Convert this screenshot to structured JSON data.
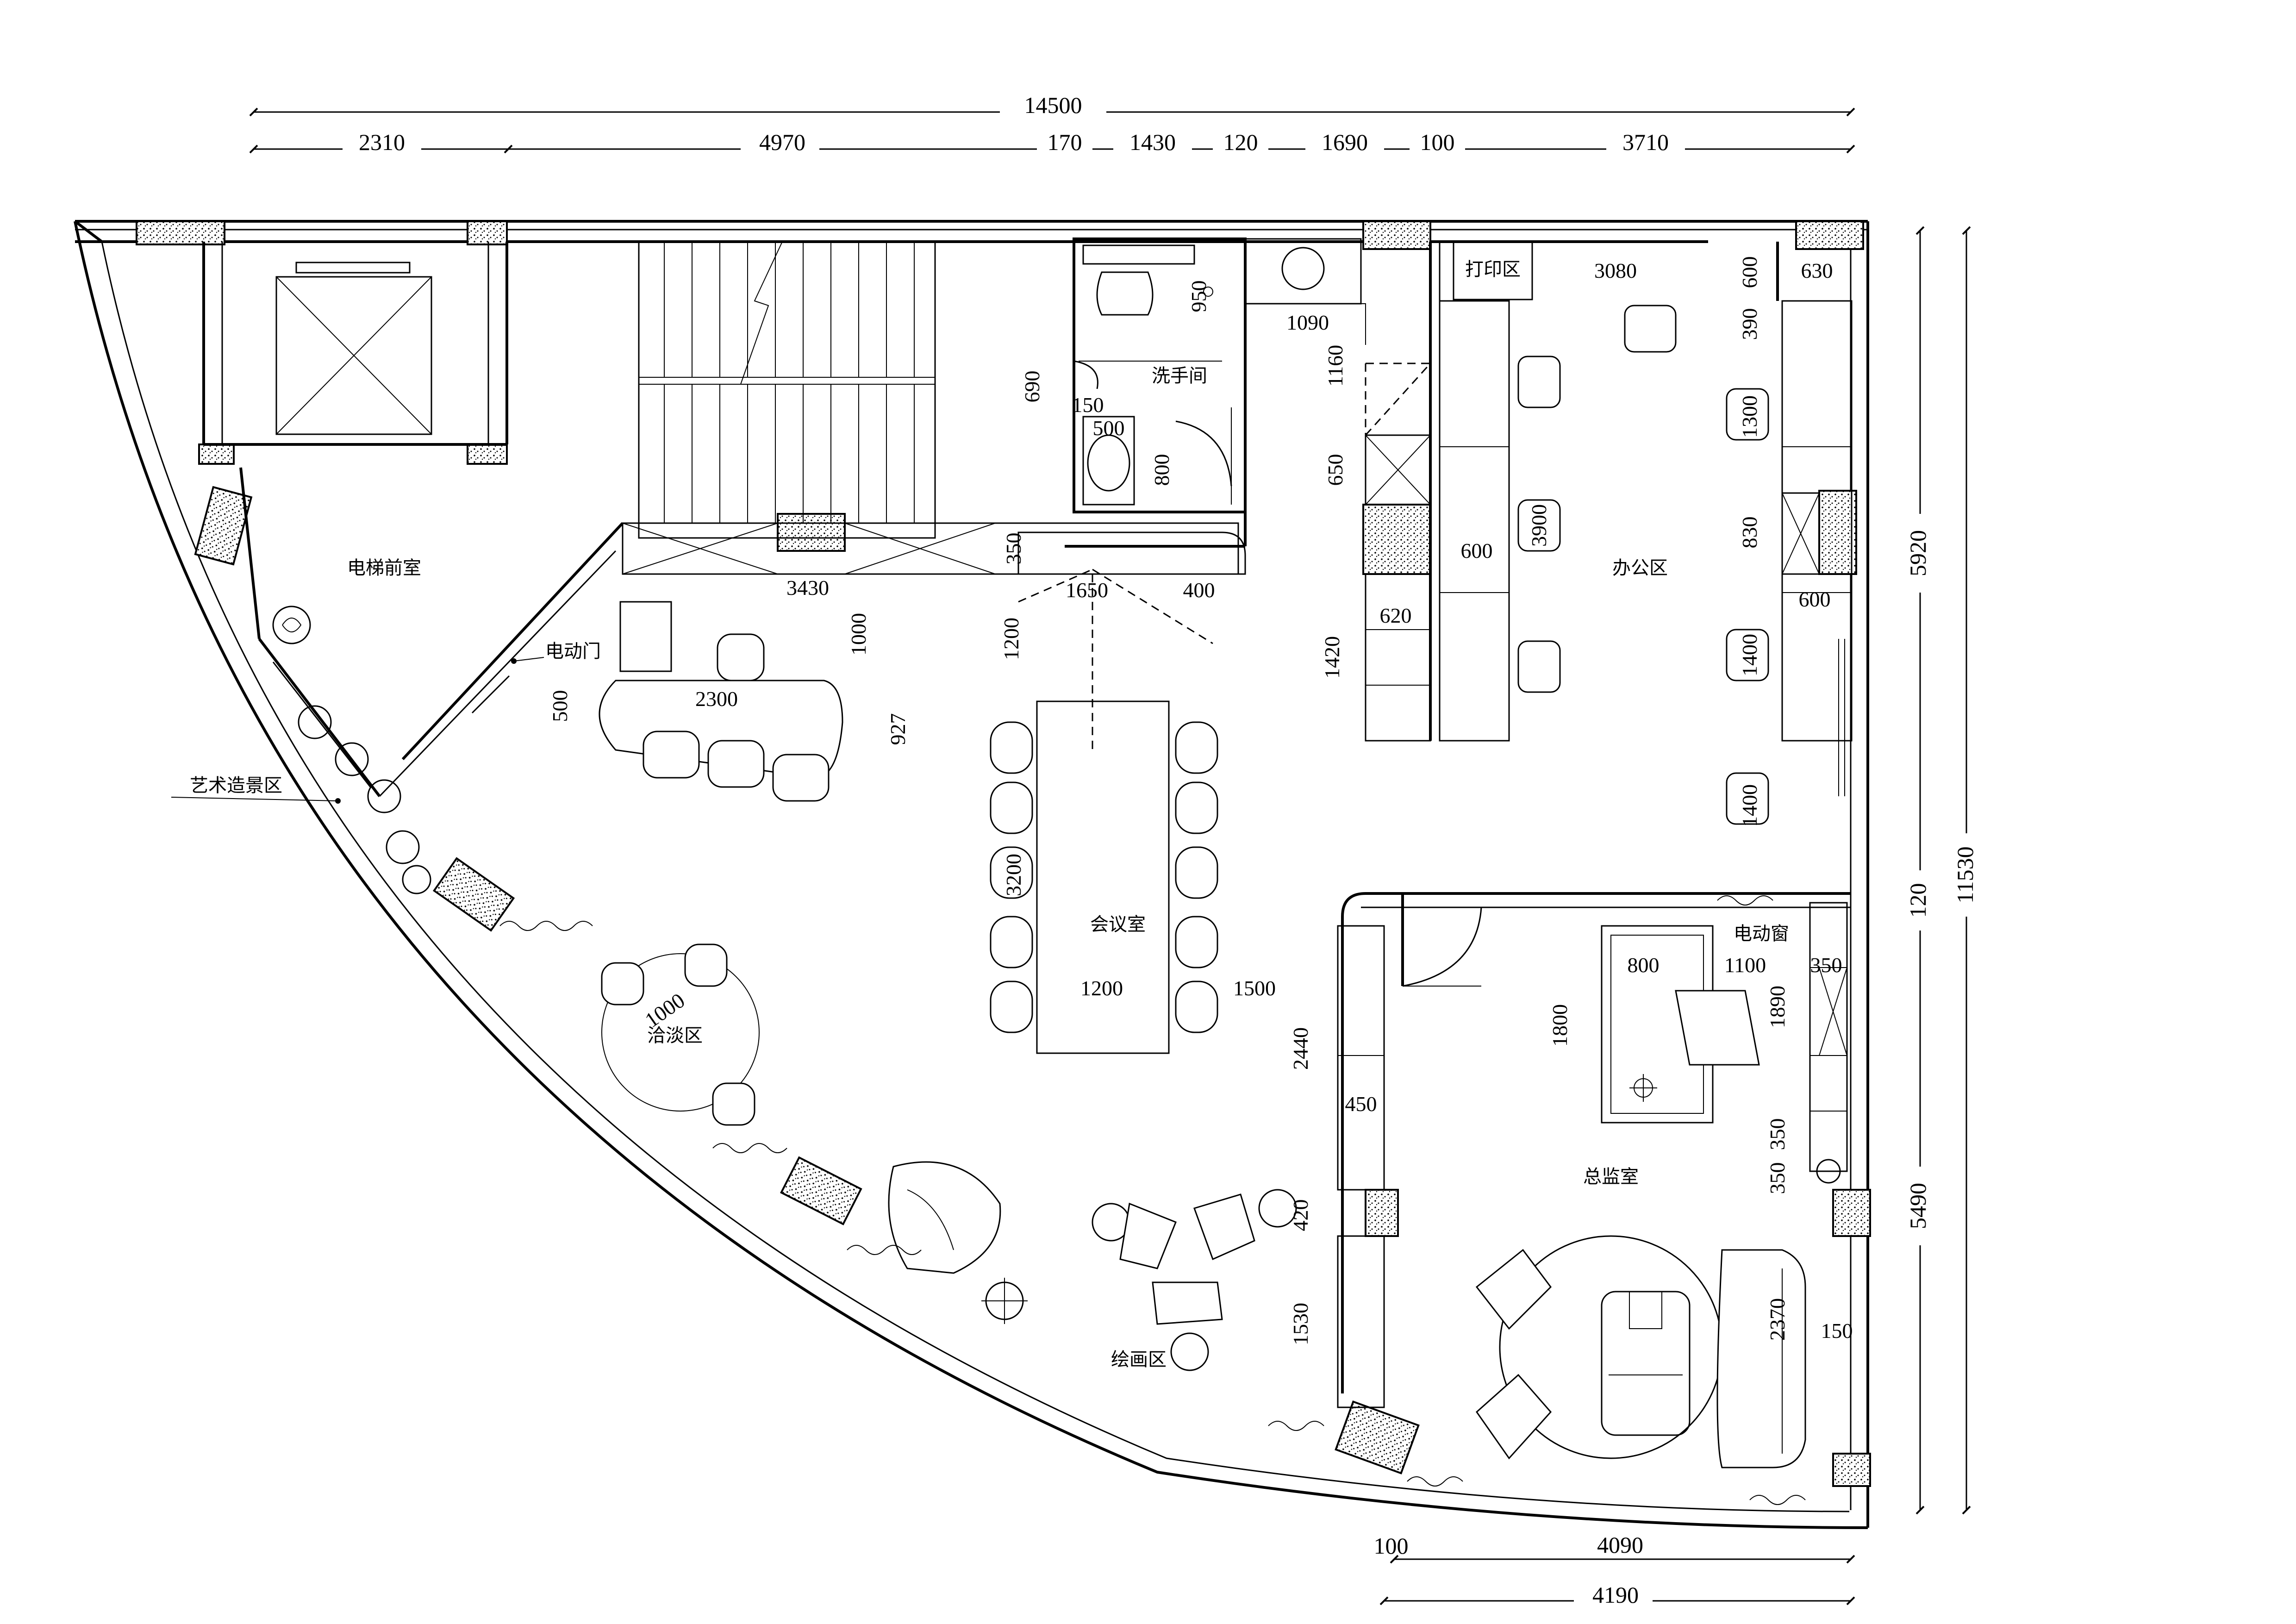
{
  "dims_top": {
    "total": "14500",
    "segments": [
      "2310",
      "4970",
      "170",
      "1430",
      "120",
      "1690",
      "100",
      "3710"
    ]
  },
  "dims_right": {
    "upper": "5920",
    "mid": "120",
    "lower": "5490",
    "total": "11530"
  },
  "dims_bottom": {
    "left": "100",
    "right": "4090",
    "total": "4190"
  },
  "rooms": {
    "elevator_lobby": "电梯前室",
    "washroom": "洗手间",
    "print_area": "打印区",
    "office_area": "办公区",
    "meeting_room": "会议室",
    "negotiation_area": "洽淡区",
    "director_office": "总监室",
    "painting_area": "绘画区",
    "art_area": "艺术造景区",
    "electric_door": "电动门",
    "electric_window": "电动窗"
  },
  "dims_inner": {
    "d950": "950",
    "d690": "690",
    "d150a": "150",
    "d500a": "500",
    "d800a": "800",
    "d1090": "1090",
    "d1160": "1160",
    "d650": "650",
    "d600a": "600",
    "d620": "620",
    "d1420": "1420",
    "d3900": "3900",
    "d3080": "3080",
    "d600b": "600",
    "d630": "630",
    "d390": "390",
    "d1300": "1300",
    "d830": "830",
    "d600c": "600",
    "d1400a": "1400",
    "d1400b": "1400",
    "d350a": "350",
    "d3430": "3430",
    "d1000a": "1000",
    "d1650": "1650",
    "d400": "400",
    "d1200a": "1200",
    "d500b": "500",
    "d2300": "2300",
    "d927": "927",
    "d3200": "3200",
    "d1200b": "1200",
    "d1500": "1500",
    "d1000b": "1000",
    "d2440": "2440",
    "d450": "450",
    "d420": "420",
    "d1530": "1530",
    "d800b": "800",
    "d1100": "1100",
    "d350b": "350",
    "d1800": "1800",
    "d1890": "1890",
    "d350c": "350",
    "d350d": "350",
    "d2370": "2370",
    "d150b": "150"
  }
}
